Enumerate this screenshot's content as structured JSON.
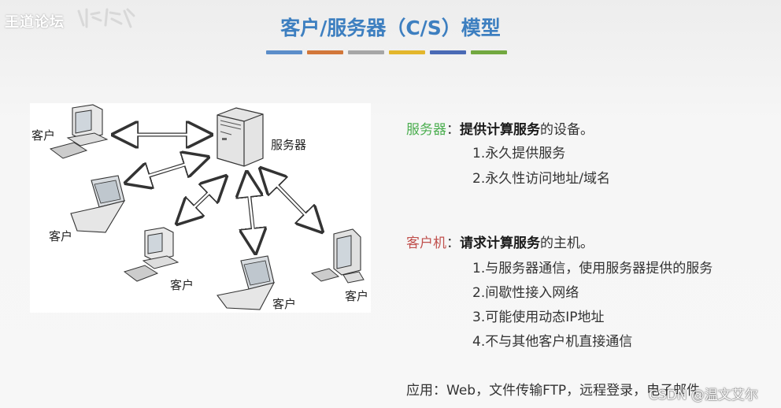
{
  "logo": {
    "text": "王道论坛"
  },
  "slide": {
    "title": "客户/服务器（C/S）模型",
    "color_bar": [
      "#5b8dc9",
      "#d2773a",
      "#a6a6a6",
      "#e3b62c",
      "#4a6ab5",
      "#72a840"
    ]
  },
  "diagram": {
    "server_label": "服务器",
    "client_labels": [
      "客户",
      "客户",
      "客户",
      "客户",
      "客户"
    ]
  },
  "server_def": {
    "term": "服务器",
    "colon": "：",
    "bold": "提供计算服务",
    "rest": "的设备。",
    "items": [
      "1.永久提供服务",
      "2.永久性访问地址/域名"
    ]
  },
  "client_def": {
    "term": "客户机",
    "colon": "：",
    "bold": "请求计算服务",
    "rest": "的主机。",
    "items": [
      "1.与服务器通信，使用服务器提供的服务",
      "2.间歇性接入网络",
      "3.可能使用动态IP地址",
      "4.不与其他客户机直接通信"
    ]
  },
  "application": {
    "text": "应用：Web，文件传输FTP，远程登录，电子邮件"
  },
  "watermark": {
    "text": "CSDN @温文艾尔"
  }
}
